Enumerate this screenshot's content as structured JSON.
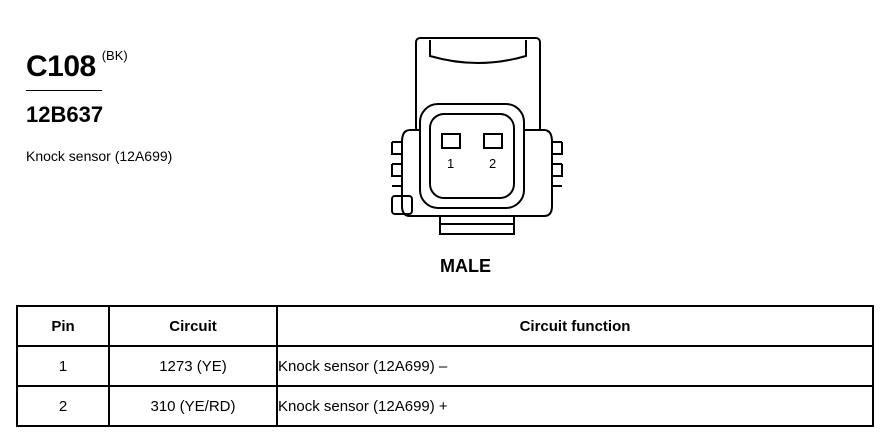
{
  "connector": {
    "id": "C108",
    "color": "(BK)",
    "part_number": "12B637",
    "description": "Knock sensor (12A699)",
    "gender": "MALE",
    "pin_labels": [
      "1",
      "2"
    ]
  },
  "table": {
    "headers": [
      "Pin",
      "Circuit",
      "Circuit function"
    ],
    "rows": [
      {
        "pin": "1",
        "circuit": "1273 (YE)",
        "function": "Knock sensor (12A699) –"
      },
      {
        "pin": "2",
        "circuit": "310 (YE/RD)",
        "function": "Knock sensor (12A699) +"
      }
    ]
  }
}
